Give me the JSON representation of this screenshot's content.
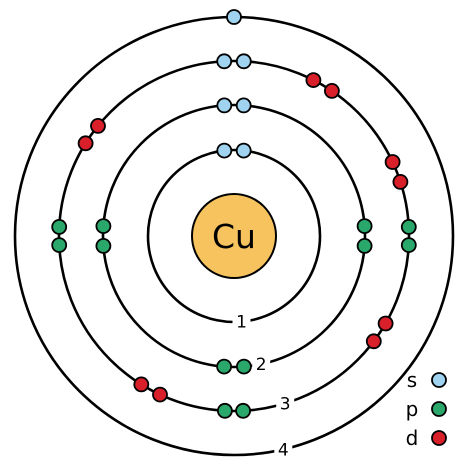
{
  "element": {
    "symbol": "Cu",
    "nucleus_color": "#f7c35f"
  },
  "orbital_colors": {
    "s": "#9fd3f0",
    "p": "#2aa86b",
    "d": "#d9202a"
  },
  "shells": [
    {
      "label": "1",
      "electrons": {
        "s": 2
      }
    },
    {
      "label": "2",
      "electrons": {
        "s": 2,
        "p": 6
      }
    },
    {
      "label": "3",
      "electrons": {
        "s": 2,
        "p": 6,
        "d": 10
      }
    },
    {
      "label": "4",
      "electrons": {
        "s": 1
      }
    }
  ],
  "legend": [
    {
      "label": "s",
      "orbital": "s"
    },
    {
      "label": "p",
      "orbital": "p"
    },
    {
      "label": "d",
      "orbital": "d"
    }
  ]
}
